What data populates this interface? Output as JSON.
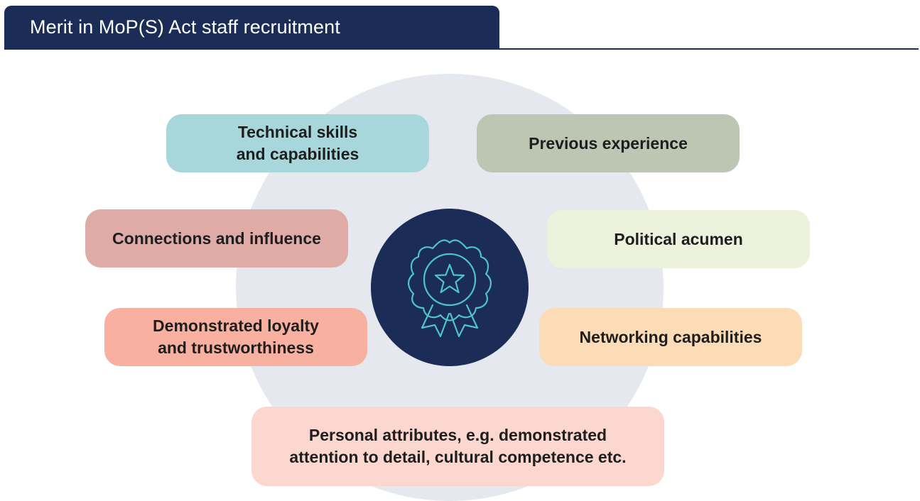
{
  "header": {
    "title": "Merit in MoP(S) Act staff recruitment"
  },
  "diagram": {
    "center_icon": "award-badge-star-icon",
    "items": {
      "technical": "Technical skills\nand capabilities",
      "previous": "Previous experience",
      "connections": "Connections and influence",
      "political": "Political acumen",
      "loyalty": "Demonstrated loyalty\nand trustworthiness",
      "networking": "Networking capabilities",
      "personal": "Personal attributes, e.g. demonstrated\nattention to detail, cultural competence etc."
    }
  },
  "colors": {
    "header_bg": "#1b2d56",
    "center_bg": "#1b2d56",
    "icon_stroke": "#4fc3c9",
    "circle_bg": "#e5e8ee",
    "technical": "#a7d7da",
    "previous": "#bcc6b2",
    "connections": "#deaba7",
    "political": "#edf2dd",
    "loyalty": "#f8b1a0",
    "networking": "#fcdcb6",
    "personal": "#fbd7cf"
  }
}
